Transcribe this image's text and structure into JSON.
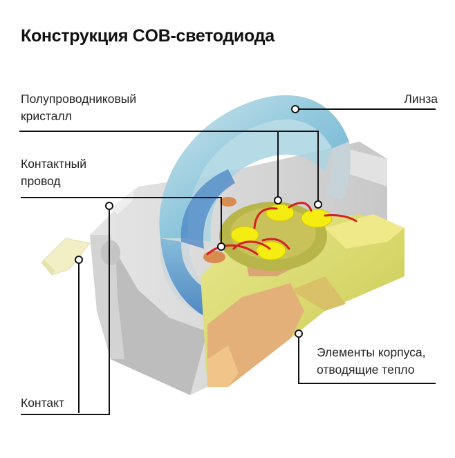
{
  "title": "Конструкция COB-светодиода",
  "labels": {
    "crystal": [
      "Полупроводниковый",
      "кристалл"
    ],
    "lens": "Линза",
    "wire": [
      "Контактный",
      "провод"
    ],
    "housing": [
      "Элементы корпуса,",
      "отводящие тепло"
    ],
    "contact": "Контакт"
  },
  "colors": {
    "lens_glass": "#8fc7dc",
    "lens_deep": "#4b86c4",
    "body": "#d9d9d9",
    "housing": "#d8d86a",
    "copper": "#e0a870",
    "chip": "#f5ec12",
    "wire": "#d42020",
    "leader": "#111111"
  }
}
